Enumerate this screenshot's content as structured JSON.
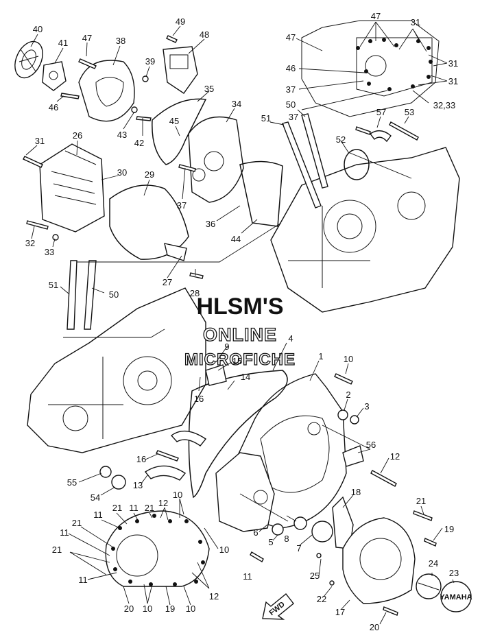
{
  "watermark": {
    "line1": "HLSM'S",
    "line2": "ONLINE",
    "line3": "MICROFICHE"
  },
  "fwd_label": "FWD",
  "cap_text": "YAMAHA",
  "callouts": {
    "c40": "40",
    "c41": "41",
    "c47a": "47",
    "c38": "38",
    "c49": "49",
    "c48": "48",
    "c39": "39",
    "c46a": "46",
    "c43": "43",
    "c42": "42",
    "c45": "45",
    "c35": "35",
    "c34": "34",
    "c47b": "47",
    "c47c": "47",
    "c31a": "31",
    "c31b": "31",
    "c31c": "31",
    "c46b": "46",
    "c37a": "37",
    "c37b": "37",
    "c3233a": "32,33",
    "c50a": "50",
    "c51a": "51",
    "c57": "57",
    "c53": "53",
    "c52": "52",
    "c31d": "31",
    "c26": "26",
    "c30": "30",
    "c29": "29",
    "c37c": "37",
    "c36": "36",
    "c44": "44",
    "c32": "32",
    "c33": "33",
    "c27": "27",
    "c28": "28",
    "c51b": "51",
    "c50b": "50",
    "c4": "4",
    "c9": "9",
    "c15": "15",
    "c1": "1",
    "c10a": "10",
    "c14": "14",
    "c16a": "16",
    "c2": "2",
    "c3": "3",
    "c56": "56",
    "c12a": "12",
    "c16b": "16",
    "c55": "55",
    "c13": "13",
    "c54": "54",
    "c18": "18",
    "c10b": "10",
    "c12b": "12",
    "c21a": "21",
    "c11a": "11",
    "c21b": "21",
    "c11b": "11",
    "c21c": "21",
    "c11c": "11",
    "c10c": "10",
    "c6": "6",
    "c5": "5",
    "c8": "8",
    "c7": "7",
    "c21d": "21",
    "c19a": "19",
    "c11d": "11",
    "c25": "25",
    "c24": "24",
    "c23": "23",
    "c11e": "11",
    "c12c": "12",
    "c20a": "20",
    "c10d": "10",
    "c19b": "19",
    "c10e": "10",
    "c22": "22",
    "c17": "17",
    "c20b": "20"
  }
}
